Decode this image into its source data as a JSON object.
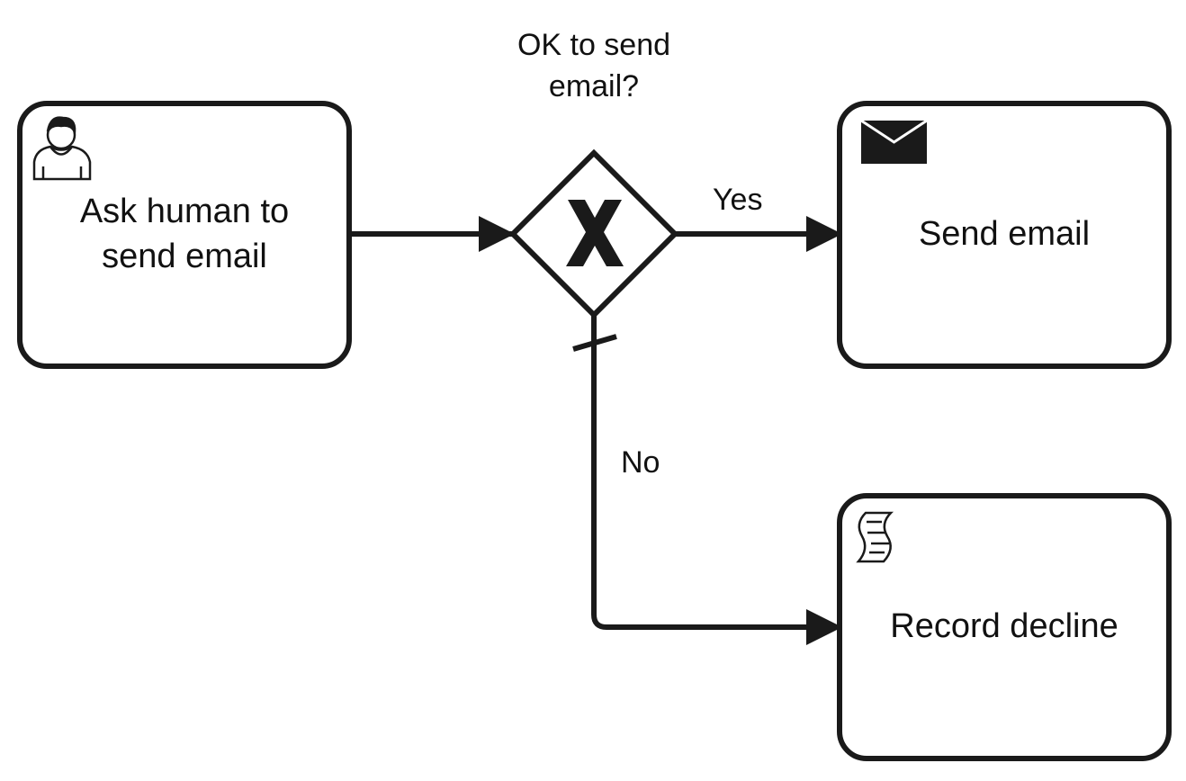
{
  "tasks": {
    "ask": {
      "label_line1": "Ask human to",
      "label_line2": "send email",
      "icon": "user-icon"
    },
    "send": {
      "label": "Send email",
      "icon": "envelope-icon"
    },
    "record": {
      "label": "Record decline",
      "icon": "script-icon"
    }
  },
  "gateway": {
    "label_line1": "OK to send",
    "label_line2": "email?",
    "marker": "X",
    "icon": "exclusive-gateway-icon"
  },
  "flows": {
    "yes_label": "Yes",
    "no_label": "No"
  },
  "colors": {
    "stroke": "#1a1a1a",
    "fill": "#ffffff"
  }
}
